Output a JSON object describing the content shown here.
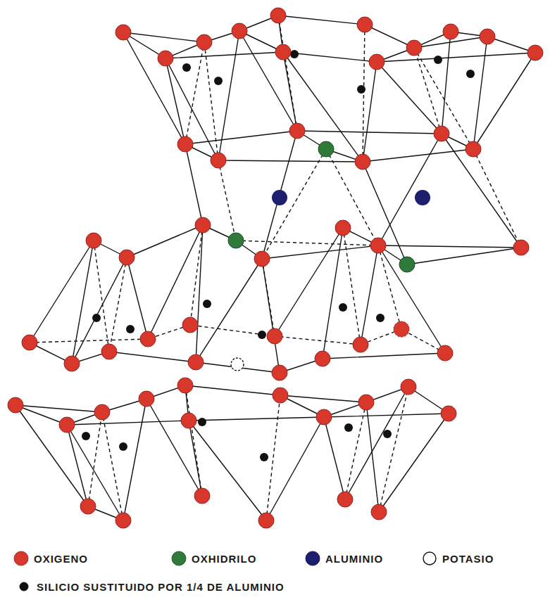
{
  "diagram": {
    "legend": [
      {
        "text": "OXIGENO",
        "color": "#d8382c"
      },
      {
        "text": "OXHIDRILO",
        "color": "#2f7a3a"
      },
      {
        "text": "ALUMINIO",
        "color": "#1c1f6e"
      },
      {
        "text": "POTASIO"
      },
      {
        "text": "SILICIO SUSTITUIDO POR 1/4 DE ALUMINIO",
        "color": "#111111"
      }
    ]
  }
}
